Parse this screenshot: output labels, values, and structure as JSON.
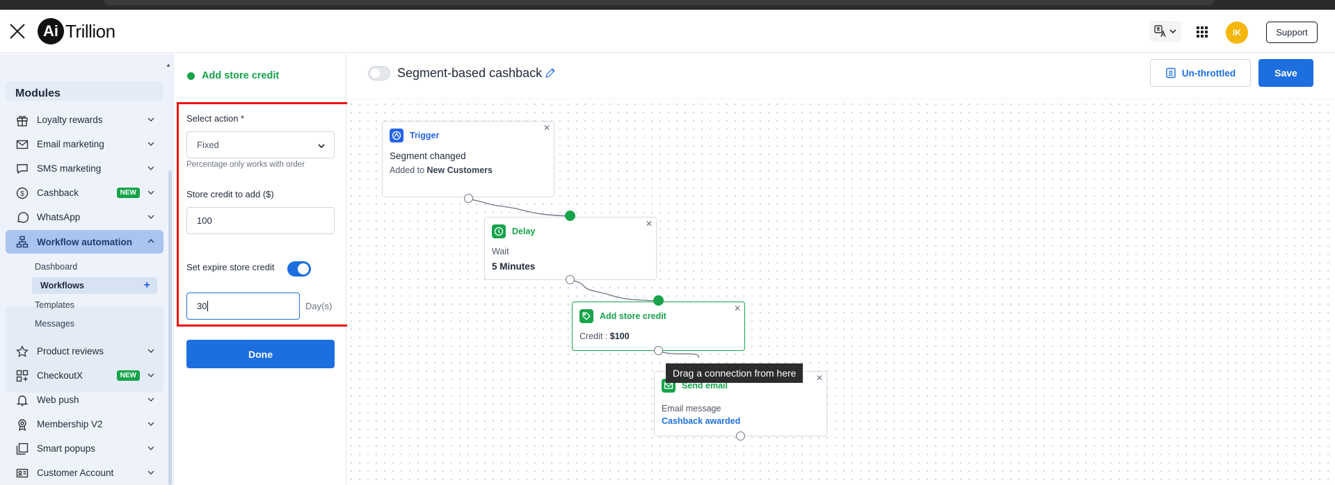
{
  "header": {
    "logo_mark": "Ai",
    "logo_text": "Trillion",
    "avatar_initials": "IK",
    "support_label": "Support"
  },
  "sidebar": {
    "modules_title": "Modules",
    "items": [
      {
        "label": "Loyalty rewards",
        "icon": "gift-icon"
      },
      {
        "label": "Email marketing",
        "icon": "mail-icon"
      },
      {
        "label": "SMS marketing",
        "icon": "sms-icon"
      },
      {
        "label": "Cashback",
        "icon": "dollar-circle-icon",
        "badge": "NEW"
      },
      {
        "label": "WhatsApp",
        "icon": "whatsapp-icon"
      },
      {
        "label": "Workflow automation",
        "icon": "workflow-icon",
        "active": true
      },
      {
        "label": "Product reviews",
        "icon": "star-icon"
      },
      {
        "label": "CheckoutX",
        "icon": "checkout-icon",
        "badge": "NEW"
      },
      {
        "label": "Web push",
        "icon": "bell-icon"
      },
      {
        "label": "Membership V2",
        "icon": "membership-icon"
      },
      {
        "label": "Smart popups",
        "icon": "popup-icon"
      },
      {
        "label": "Customer Account",
        "icon": "account-icon"
      }
    ],
    "sub_items": [
      "Dashboard",
      "Workflows",
      "Templates",
      "Messages"
    ]
  },
  "form": {
    "title": "Add store credit",
    "select_action_label": "Select action *",
    "select_action_value": "Fixed",
    "hint": "Percentage only works with order",
    "store_credit_label": "Store credit to add ($)",
    "store_credit_value": "100",
    "expire_label": "Set expire store credit",
    "expire_enabled": true,
    "expire_value": "30",
    "expire_unit": "Day(s)",
    "done_label": "Done"
  },
  "workflow": {
    "title": "Segment-based cashback",
    "enabled": false,
    "unthrottled_label": "Un-throttled",
    "save_label": "Save"
  },
  "nodes": {
    "trigger": {
      "title": "Trigger",
      "line1": "Segment changed",
      "line2_prefix": "Added to",
      "line2_value": "New Customers"
    },
    "delay": {
      "title": "Delay",
      "line1": "Wait",
      "line2": "5 Minutes"
    },
    "store_credit": {
      "title": "Add store credit",
      "line1_prefix": "Credit :",
      "line1_value": "$100"
    },
    "send_email": {
      "title": "Send email",
      "line1": "Email message",
      "line2": "Cashback awarded"
    }
  },
  "tooltip": "Drag a connection from here",
  "colors": {
    "primary": "#1d6fe0",
    "success": "#16a34a",
    "highlight": "#ee1111",
    "avatar": "#f5b70b"
  }
}
